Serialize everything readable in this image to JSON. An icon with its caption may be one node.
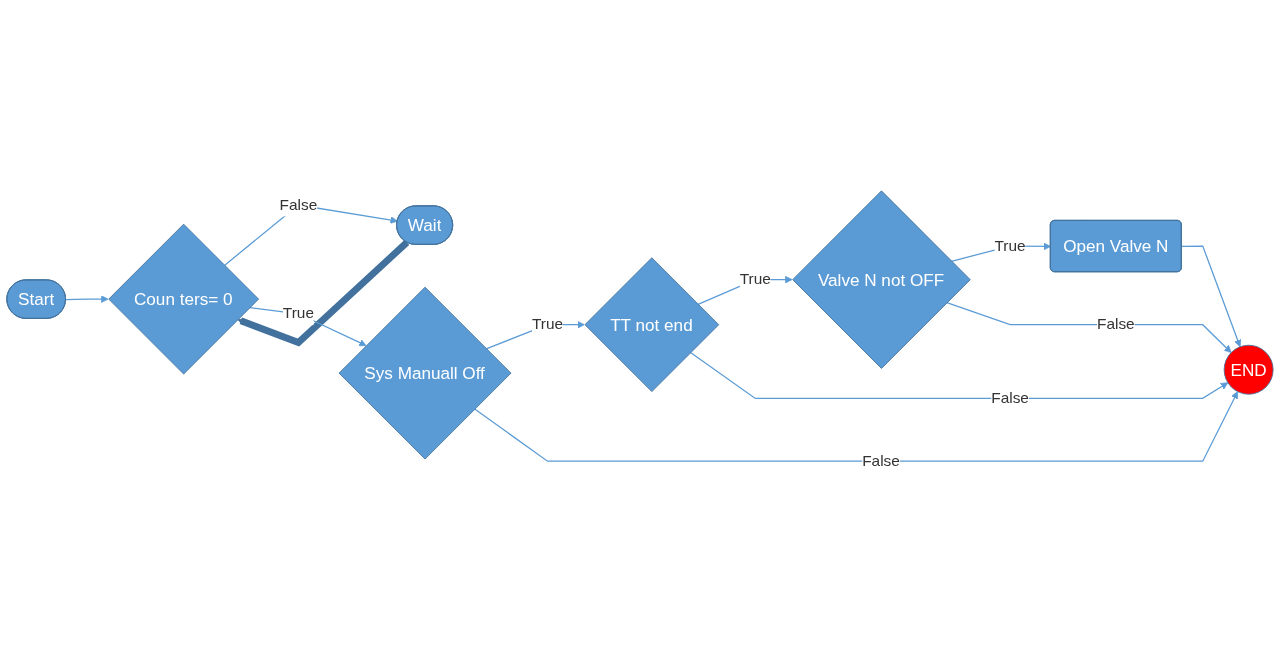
{
  "diagram": {
    "nodes": [
      {
        "text": [
          "Start"
        ]
      },
      {
        "text": [
          "Coun ters= 0"
        ]
      },
      {
        "text": [
          "Wait"
        ]
      },
      {
        "text": [
          "Sys Manuall Off"
        ]
      },
      {
        "text": [
          "TT not end"
        ]
      },
      {
        "text": [
          "Valve N not OFF"
        ]
      },
      {
        "text": [
          "Open Valve N"
        ]
      },
      {
        "text": [
          "END"
        ]
      }
    ],
    "edges": [
      {
        "from": 0,
        "to": 1,
        "arrow": "to"
      },
      {
        "from": 1,
        "to": 2,
        "arrow": "to",
        "label": "False"
      },
      {
        "from": 2,
        "to": 1,
        "arrow": "to",
        "style": "thick",
        "color": "#41719c"
      },
      {
        "from": 1,
        "to": 3,
        "arrow": "to",
        "label": "True"
      },
      {
        "from": 3,
        "to": 4,
        "arrow": "to",
        "label": "True"
      },
      {
        "from": 4,
        "to": 5,
        "arrow": "to",
        "label": "True"
      },
      {
        "from": 5,
        "to": 6,
        "arrow": "to",
        "label": "True"
      },
      {
        "from": 6,
        "to": 7,
        "arrow": "to"
      },
      {
        "from": 3,
        "to": 7,
        "arrow": "to",
        "label": "False"
      },
      {
        "from": 4,
        "to": 7,
        "arrow": "to",
        "label": "False"
      },
      {
        "from": 5,
        "to": 7,
        "arrow": "to",
        "label": "False"
      }
    ]
  }
}
